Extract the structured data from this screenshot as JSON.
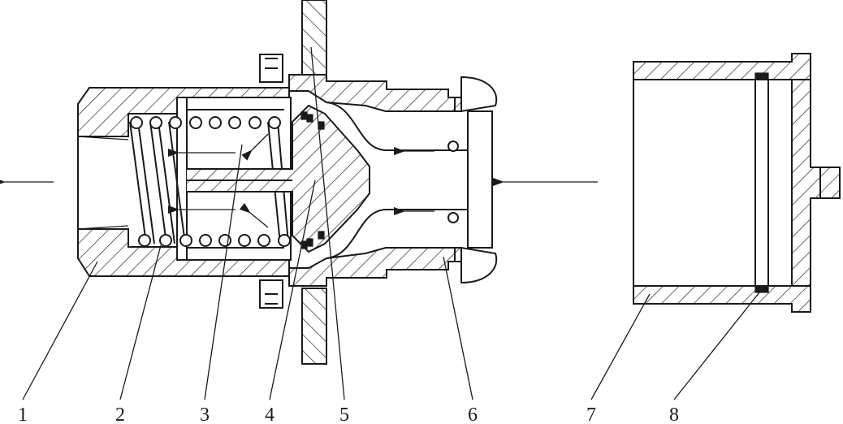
{
  "diagram": {
    "callouts": [
      "1",
      "2",
      "3",
      "4",
      "5",
      "6",
      "7",
      "8"
    ],
    "colors": {
      "ink": "#1a1a1a",
      "paper": "#ffffff"
    }
  }
}
